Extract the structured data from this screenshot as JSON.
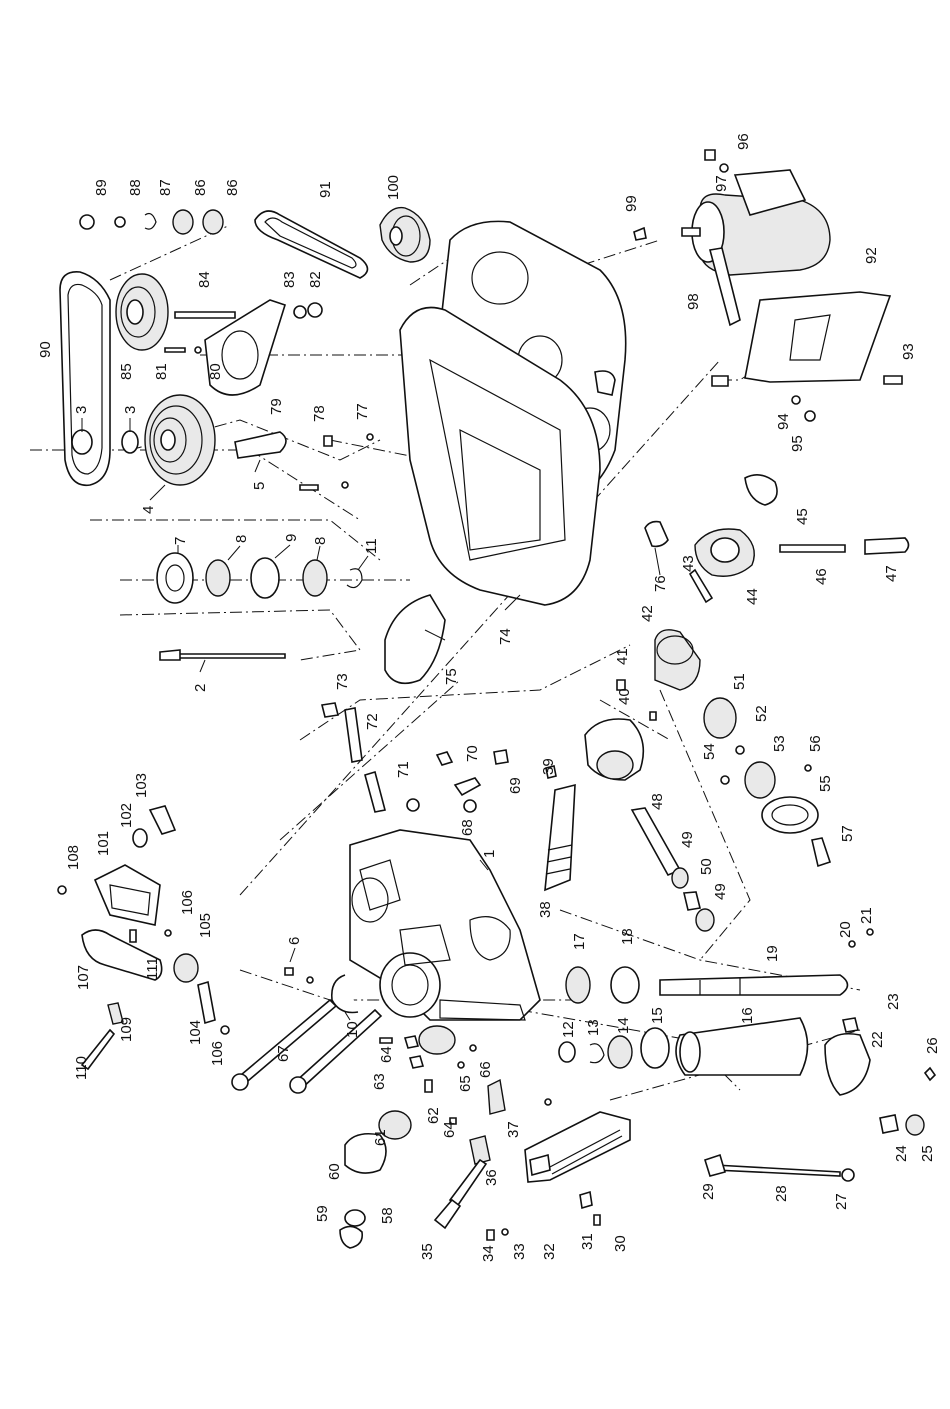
{
  "diagram": {
    "colors": {
      "ink": "#111111",
      "paper": "#ffffff",
      "shade": "#e9e9e9"
    },
    "callouts": [
      "1",
      "2",
      "3",
      "3",
      "4",
      "5",
      "6",
      "7",
      "8",
      "8",
      "9",
      "10",
      "11",
      "12",
      "13",
      "14",
      "15",
      "16",
      "17",
      "18",
      "19",
      "20",
      "21",
      "22",
      "23",
      "24",
      "25",
      "26",
      "27",
      "28",
      "29",
      "30",
      "31",
      "32",
      "33",
      "34",
      "35",
      "36",
      "37",
      "38",
      "39",
      "40",
      "41",
      "42",
      "43",
      "44",
      "45",
      "46",
      "47",
      "48",
      "49",
      "49",
      "50",
      "51",
      "52",
      "53",
      "54",
      "55",
      "56",
      "57",
      "58",
      "59",
      "60",
      "61",
      "62",
      "63",
      "64",
      "64",
      "65",
      "66",
      "67",
      "68",
      "69",
      "70",
      "71",
      "72",
      "73",
      "74",
      "75",
      "76",
      "77",
      "78",
      "79",
      "80",
      "81",
      "82",
      "83",
      "84",
      "85",
      "86",
      "86",
      "87",
      "88",
      "89",
      "90",
      "91",
      "92",
      "93",
      "94",
      "95",
      "96",
      "97",
      "98",
      "99",
      "100",
      "101",
      "102",
      "103",
      "104",
      "105",
      "106",
      "106",
      "107",
      "108",
      "109",
      "110",
      "111"
    ]
  }
}
